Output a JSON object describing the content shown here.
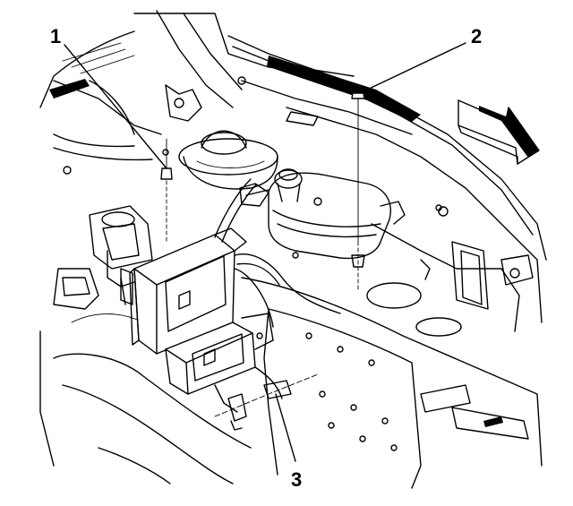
{
  "callouts": [
    {
      "id": "1",
      "label": "1"
    },
    {
      "id": "2",
      "label": "2"
    },
    {
      "id": "3",
      "label": "3"
    }
  ],
  "icons": {
    "direction_arrow": "front-direction-arrow-icon"
  }
}
